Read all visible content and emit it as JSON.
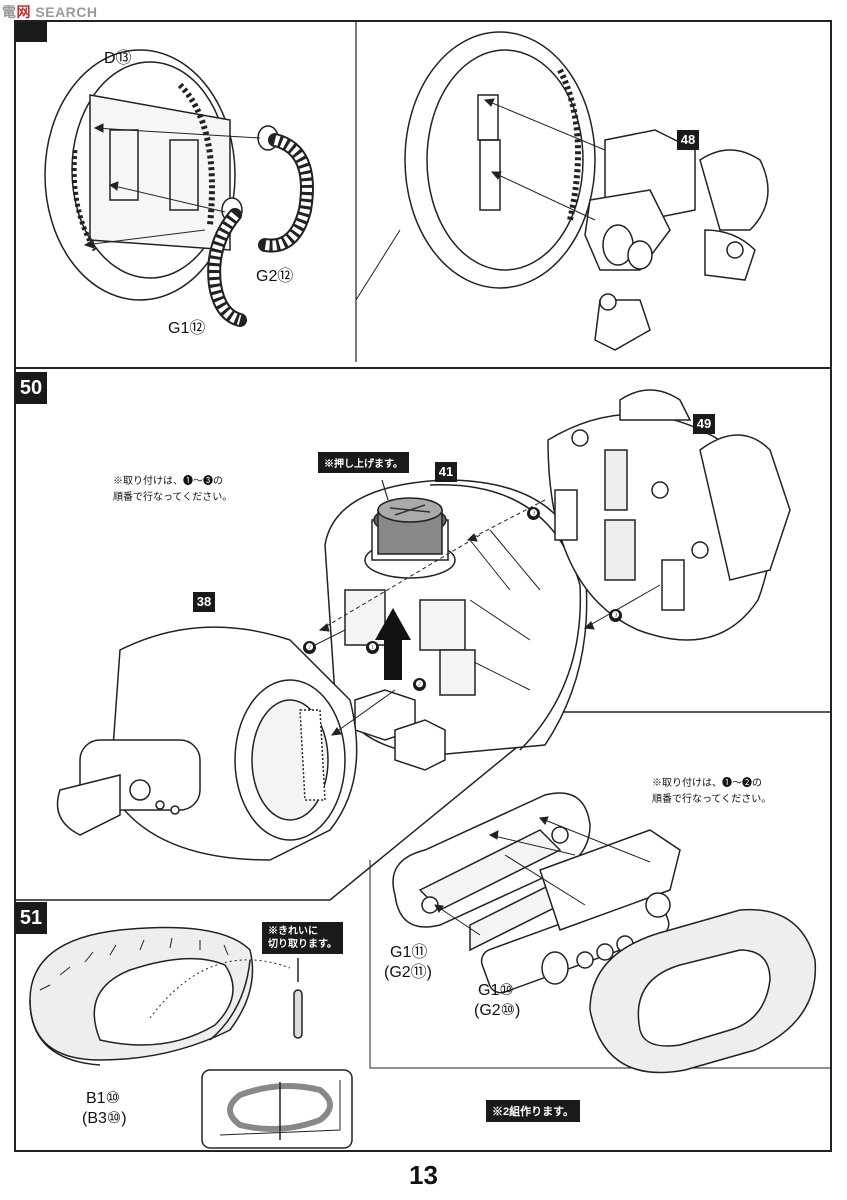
{
  "watermark": {
    "prefix": "電",
    "accent": "网",
    "rest": "SEARCH"
  },
  "page_number": "13",
  "steps": {
    "s49": {
      "label_d": "D⑬",
      "label_g2": "G2⑫",
      "label_g1": "G1⑫",
      "part": "48"
    },
    "s50": {
      "number": "50",
      "note": "※取り付けは、❶～❸の\n順番で行なってください。",
      "push_note": "※押し上げます。",
      "part_top": "41",
      "part_left": "38",
      "part_right": "49",
      "markers": [
        "❶",
        "❷",
        "❷",
        "❸",
        "❸"
      ]
    },
    "s51": {
      "number": "51",
      "cut_note": "※きれいに\n切り取ります。",
      "label_b": "B1⑩",
      "label_b_alt": "(B3⑩)",
      "assembly_note": "※取り付けは、❶～❷の\n順番で行なってください。",
      "label_g1_11": "G1⑪",
      "label_g2_11": "(G2⑪)",
      "label_g1_10": "G1⑩",
      "label_g2_10": "(G2⑩)",
      "make_two": "※2組作ります。"
    }
  }
}
